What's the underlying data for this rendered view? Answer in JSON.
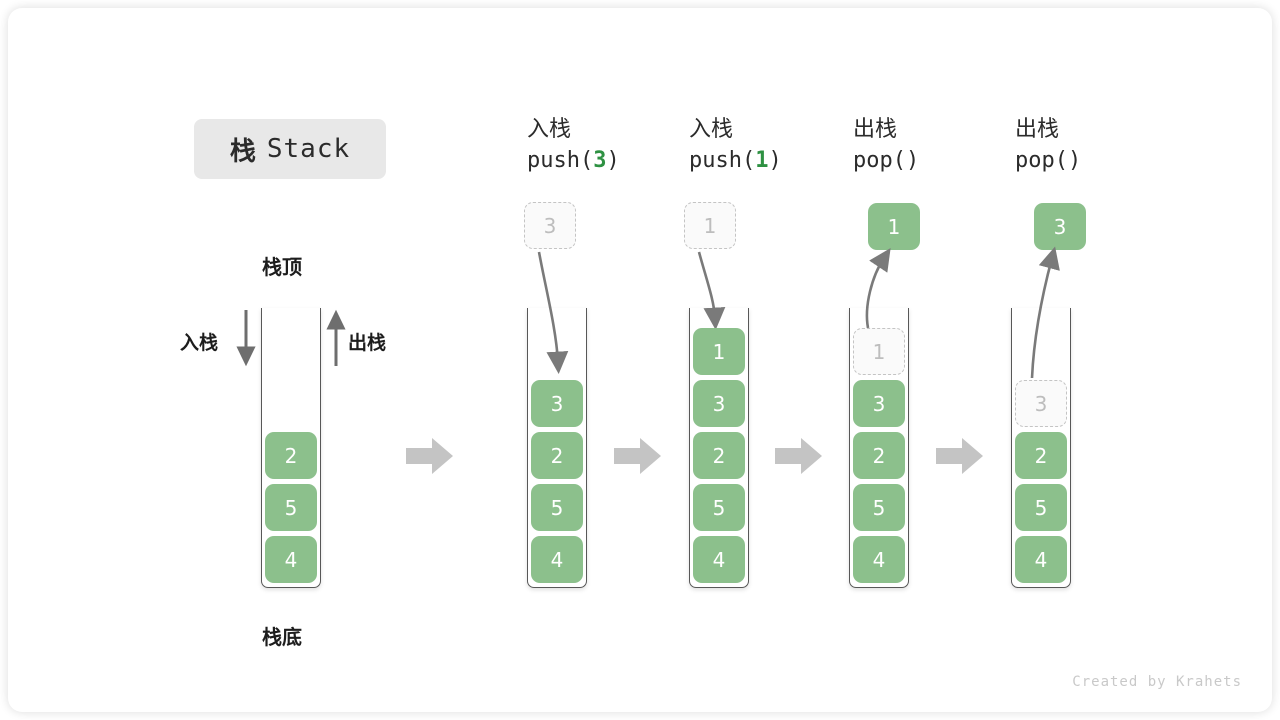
{
  "title": {
    "cn": "栈",
    "en": "Stack"
  },
  "labels": {
    "top": "栈顶",
    "bottom": "栈底",
    "push_dir": "入栈",
    "pop_dir": "出栈"
  },
  "colors": {
    "cell_fill": "#8cc08c",
    "cell_text": "#ffffff",
    "ghost_text": "#bdbdbd",
    "ghost_border": "#c4c4c4",
    "accent_number": "#2e9142",
    "arrow": "#7a7a7a",
    "step_arrow": "#c4c4c4",
    "badge_bg": "#e8e8e8",
    "wall": "#585858"
  },
  "stages": [
    {
      "id": "initial",
      "head_cn": "",
      "head_code": "",
      "cells_top_to_bottom": [
        "2",
        "5",
        "4"
      ],
      "ghost_in_stack": null,
      "float_box": null
    },
    {
      "id": "push-3",
      "head_cn": "入栈",
      "head_code_prefix": "push(",
      "head_code_num": "3",
      "head_code_suffix": ")",
      "cells_top_to_bottom": [
        "3",
        "2",
        "5",
        "4"
      ],
      "ghost_in_stack": null,
      "float_box": {
        "value": "3",
        "style": "ghost"
      }
    },
    {
      "id": "push-1",
      "head_cn": "入栈",
      "head_code_prefix": "push(",
      "head_code_num": "1",
      "head_code_suffix": ")",
      "cells_top_to_bottom": [
        "1",
        "3",
        "2",
        "5",
        "4"
      ],
      "ghost_in_stack": null,
      "float_box": {
        "value": "1",
        "style": "ghost"
      }
    },
    {
      "id": "pop-1",
      "head_cn": "出栈",
      "head_code_prefix": "pop(",
      "head_code_num": "",
      "head_code_suffix": ")",
      "cells_top_to_bottom": [
        "3",
        "2",
        "5",
        "4"
      ],
      "ghost_in_stack": "1",
      "float_box": {
        "value": "1",
        "style": "filled"
      }
    },
    {
      "id": "pop-3",
      "head_cn": "出栈",
      "head_code_prefix": "pop(",
      "head_code_num": "",
      "head_code_suffix": ")",
      "cells_top_to_bottom": [
        "2",
        "5",
        "4"
      ],
      "ghost_in_stack": "3",
      "float_box": {
        "value": "3",
        "style": "filled"
      }
    }
  ],
  "watermark": "Created by Krahets"
}
